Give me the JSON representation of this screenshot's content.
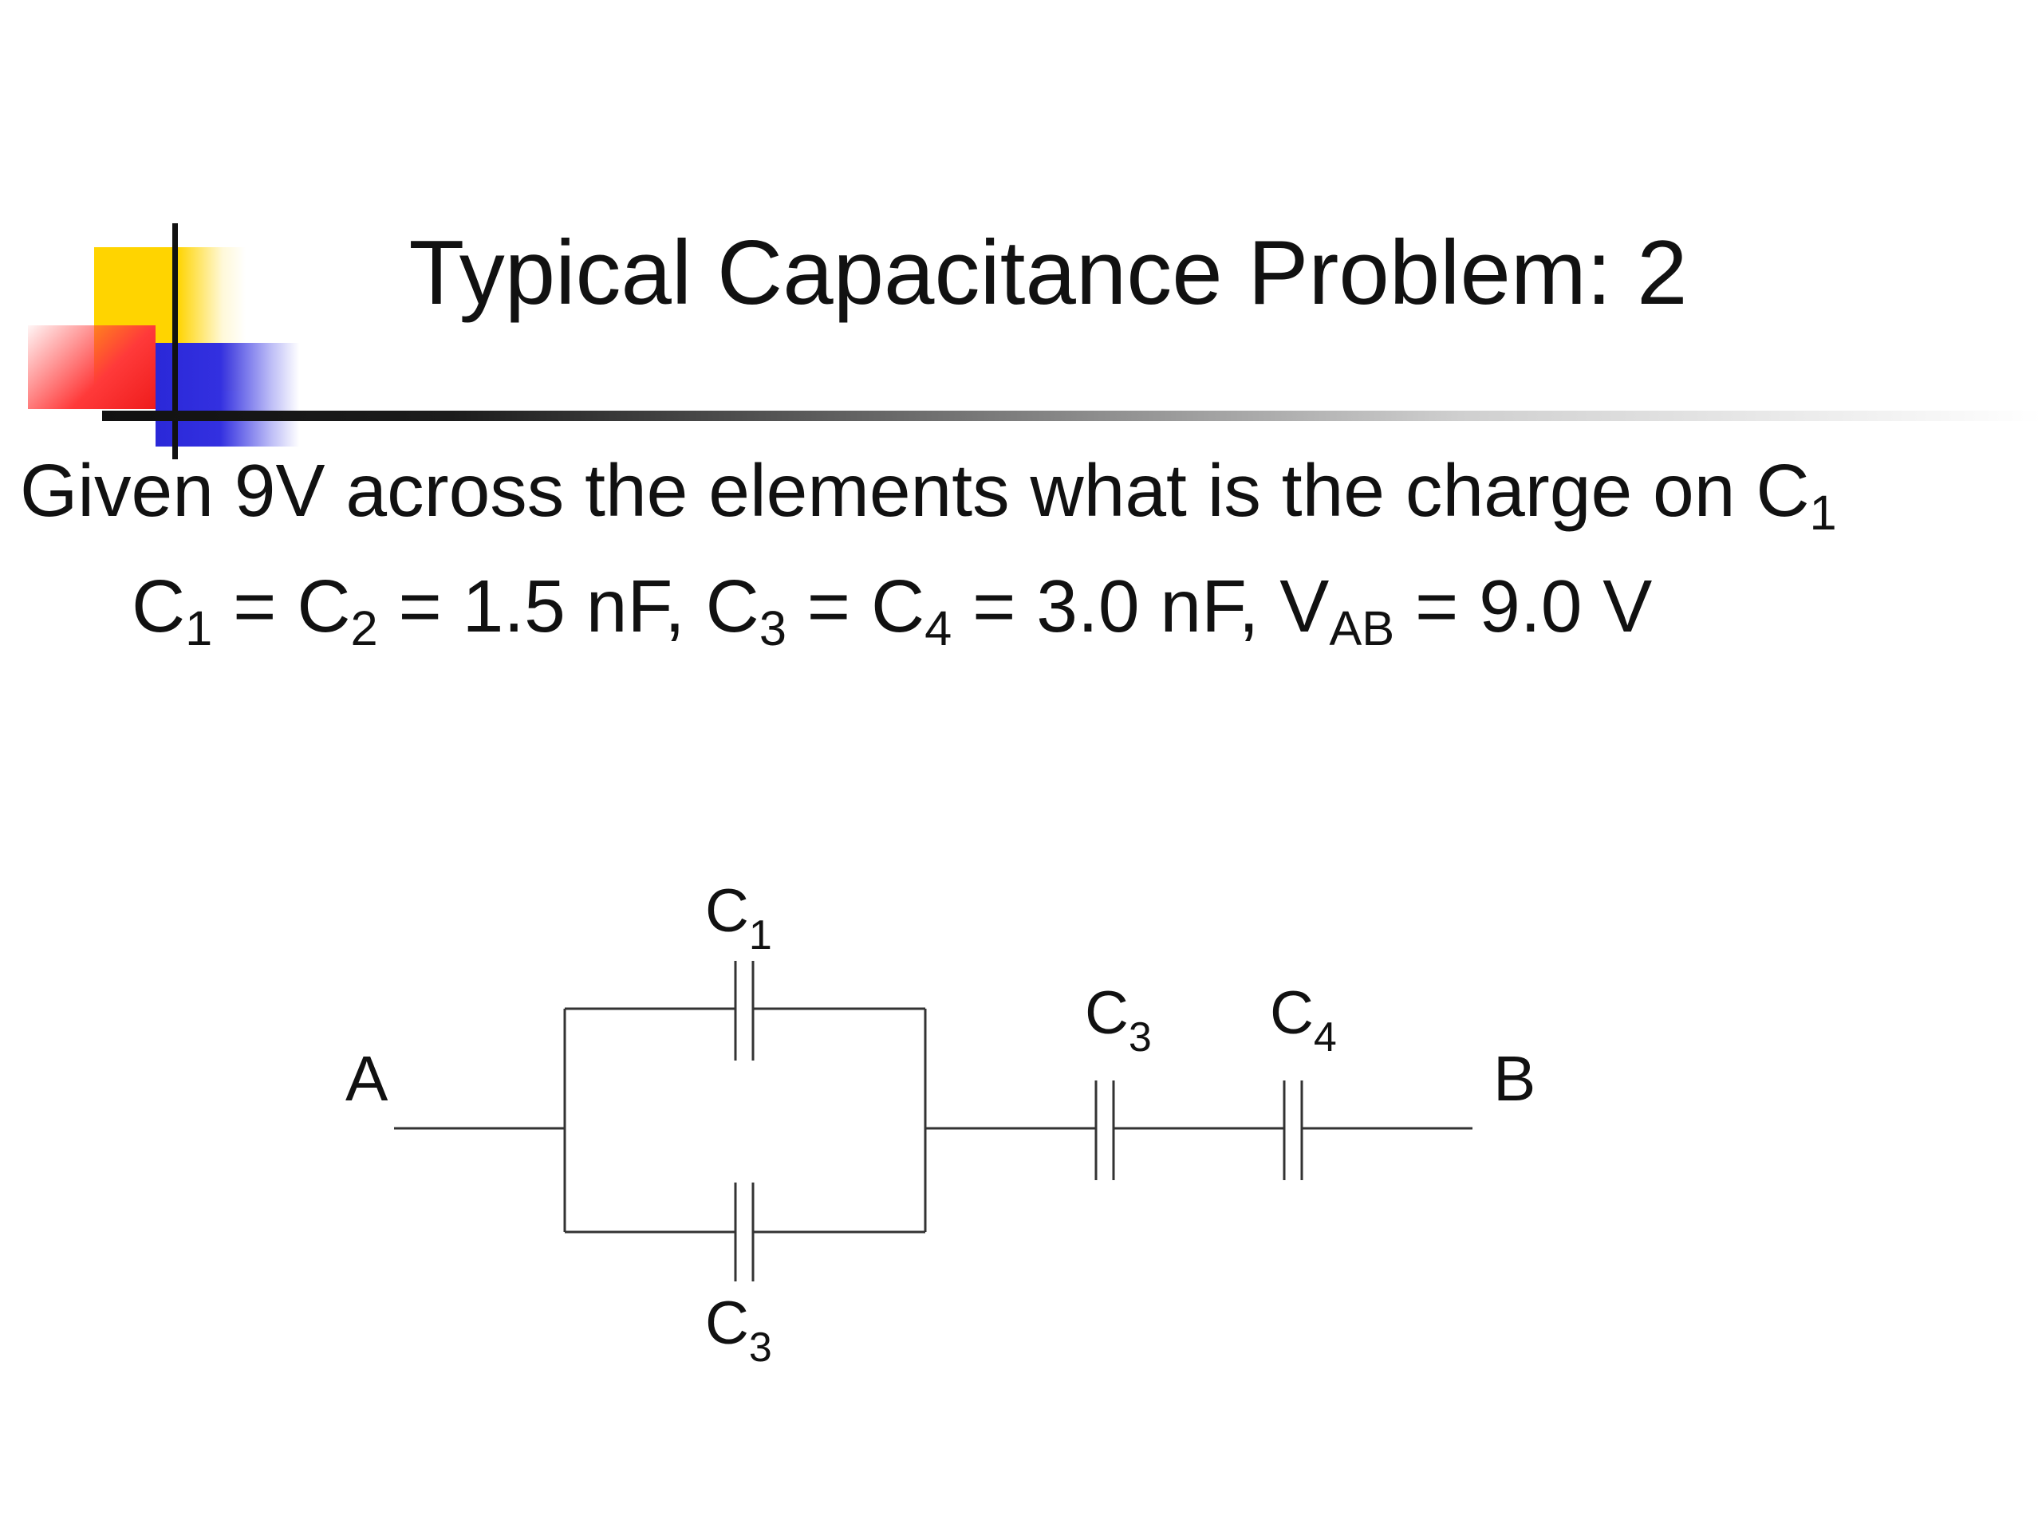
{
  "slide": {
    "title": "Typical Capacitance Problem:  2",
    "question": {
      "text": "Given 9V across the elements what is the charge on C",
      "sub": "1"
    },
    "given": [
      {
        "base": "C",
        "sub": "1",
        "after": " = "
      },
      {
        "base": "C",
        "sub": "2",
        "after": " = 1.5 nF, "
      },
      {
        "base": "C",
        "sub": "3",
        "after": " = "
      },
      {
        "base": "C",
        "sub": "4",
        "after": " = 3.0 nF, "
      },
      {
        "base": "V",
        "sub": "AB",
        "after": " = 9.0 V"
      }
    ]
  },
  "circuit": {
    "terminals": {
      "left": "A",
      "right": "B"
    },
    "capacitors": [
      {
        "base": "C",
        "sub": "1"
      },
      {
        "base": "C",
        "sub": "3"
      },
      {
        "base": "C",
        "sub": "3"
      },
      {
        "base": "C",
        "sub": "4"
      }
    ]
  },
  "colors": {
    "deco_yellow": "#ffd400",
    "deco_red": "#ee1c1c",
    "deco_blue": "#2a28d8",
    "text": "#111111"
  }
}
